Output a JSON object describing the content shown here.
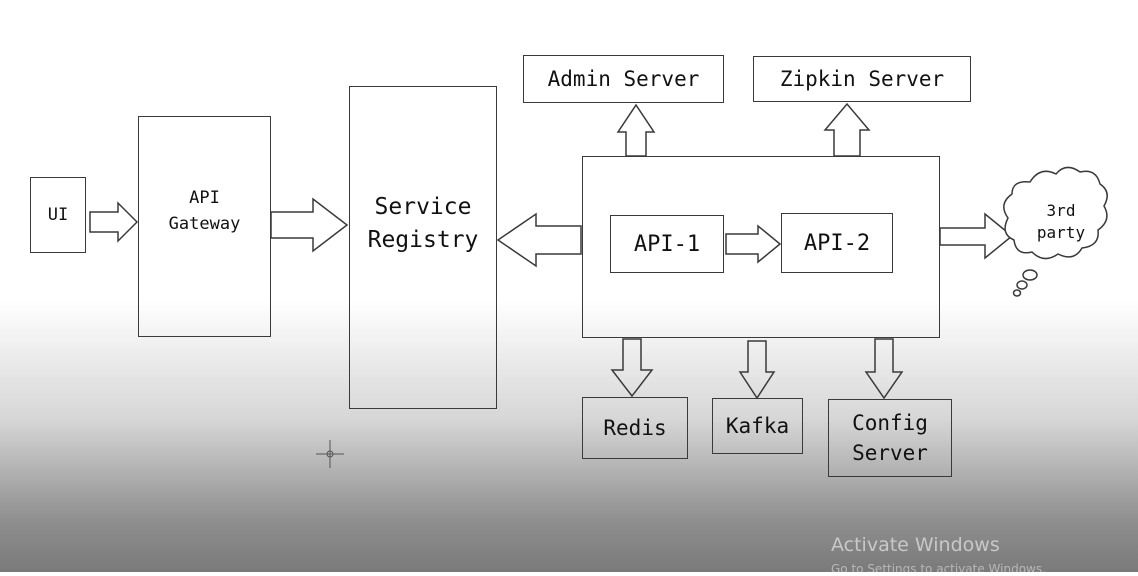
{
  "nodes": {
    "ui": "UI",
    "api_gateway": "API\nGateway",
    "service_registry": "Service\nRegistry",
    "api_1": "API-1",
    "api_2": "API-2",
    "admin_server": "Admin Server",
    "zipkin_server": "Zipkin Server",
    "third_party": "3rd\nparty",
    "redis": "Redis",
    "kafka": "Kafka",
    "config_server": "Config\nServer"
  },
  "overlay": {
    "watermark_title": "Activate Windows",
    "watermark_subtitle": "Go to Settings to activate Windows."
  },
  "colors": {
    "stroke": "#3a3a3a",
    "text": "#111111"
  }
}
